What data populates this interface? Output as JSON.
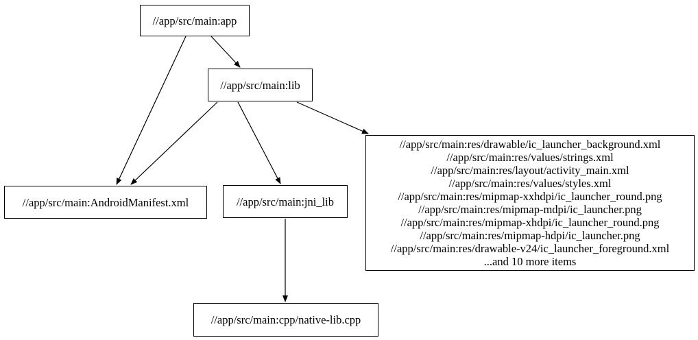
{
  "diagram": {
    "kind": "dependency-graph",
    "colors": {
      "background": "#ffffff",
      "node_border": "#000000",
      "edge": "#000000",
      "text": "#000000"
    },
    "nodes": {
      "app": {
        "label": "//app/src/main:app"
      },
      "lib": {
        "label": "//app/src/main:lib"
      },
      "manifest": {
        "label": "//app/src/main:AndroidManifest.xml"
      },
      "jni_lib": {
        "label": "//app/src/main:jni_lib"
      },
      "res_group": {
        "lines": [
          "//app/src/main:res/drawable/ic_launcher_background.xml",
          "//app/src/main:res/values/strings.xml",
          "//app/src/main:res/layout/activity_main.xml",
          "//app/src/main:res/values/styles.xml",
          "//app/src/main:res/mipmap-xxhdpi/ic_launcher_round.png",
          "//app/src/main:res/mipmap-mdpi/ic_launcher.png",
          "//app/src/main:res/mipmap-xhdpi/ic_launcher_round.png",
          "//app/src/main:res/mipmap-hdpi/ic_launcher.png",
          "//app/src/main:res/drawable-v24/ic_launcher_foreground.xml",
          "...and 10 more items"
        ]
      },
      "native_cpp": {
        "label": "//app/src/main:cpp/native-lib.cpp"
      }
    },
    "edges": [
      {
        "from": "app",
        "to": "lib"
      },
      {
        "from": "app",
        "to": "manifest"
      },
      {
        "from": "lib",
        "to": "manifest"
      },
      {
        "from": "lib",
        "to": "jni_lib"
      },
      {
        "from": "lib",
        "to": "res_group"
      },
      {
        "from": "jni_lib",
        "to": "native_cpp"
      }
    ]
  }
}
